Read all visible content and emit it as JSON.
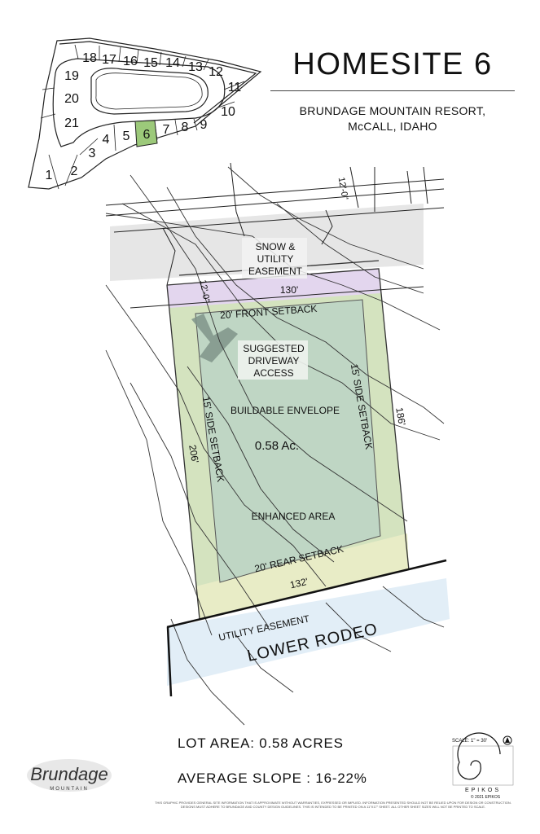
{
  "title": "HOMESITE 6",
  "subtitle_line1": "BRUNDAGE MOUNTAIN RESORT,",
  "subtitle_line2": "McCALL, IDAHO",
  "key_map": {
    "lots": [
      "18",
      "17",
      "16",
      "15",
      "14",
      "13",
      "12",
      "19",
      "11",
      "20",
      "10",
      "21",
      "4",
      "5",
      "6",
      "7",
      "8",
      "9",
      "3",
      "2",
      "1"
    ],
    "highlighted_lot": "6",
    "highlight_color": "#9cc97a"
  },
  "plan": {
    "snow_utility_easement": [
      "SNOW &",
      "UTILITY",
      "EASEMENT"
    ],
    "dim_12_front": "12'-0\"",
    "dim_12_top": "12'-0\"",
    "front_length": "130'",
    "front_setback": "20' FRONT SETBACK",
    "driveway": [
      "SUGGESTED",
      "DRIVEWAY",
      "ACCESS"
    ],
    "right_side_setback": "15' SIDE SETBACK",
    "right_length": "186'",
    "buildable_envelope": "BUILDABLE ENVELOPE",
    "acreage": "0.58 Ac.",
    "left_side_setback": "15' SIDE SETBACK",
    "left_length": "206'",
    "enhanced_area": "ENHANCED AREA",
    "rear_setback": "20' REAR SETBACK",
    "rear_length": "132'",
    "utility_easement": "UTILITY EASEMENT",
    "road_name": "LOWER RODEO",
    "colors": {
      "snow_easement": "#e6e6e6",
      "front_setback_band": "#e3d6ee",
      "lot_fill": "#d4e3bf",
      "envelope_fill": "#bfd6c4",
      "rear_band": "#e8ecc6",
      "road_band": "#e2eef7",
      "driveway": "#7f948a"
    }
  },
  "lot_area": "LOT AREA: 0.58 ACRES",
  "average_slope": "AVERAGE SLOPE : 16-22%",
  "scale": "SCALE: 1\" = 30'",
  "brand_logo_text": "Brundage",
  "brand_logo_sub": "MOUNTAIN",
  "designer_logo": "EPIKOS",
  "copyright": "© 2021 EPIKOS",
  "disclaimer": "THIS GRAPHIC PROVIDES GENERAL SITE INFORMATION THAT IS APPROXIMATE WITHOUT WARRANTIES, EXPRESSED OR IMPLIED. INFORMATION PRESENTED SHOULD NOT BE RELIED UPON FOR DESIGN OR CONSTRUCTION. DESIGNS MUST ADHERE TO BRUNDAGE AND COUNTY DESIGN GUIDELINES. THIS IS INTENDED TO BE PRINTED ON A 11\"X17\" SHEET. ALL OTHER SHEET SIZES WILL NOT BE PRINTED TO SCALE."
}
